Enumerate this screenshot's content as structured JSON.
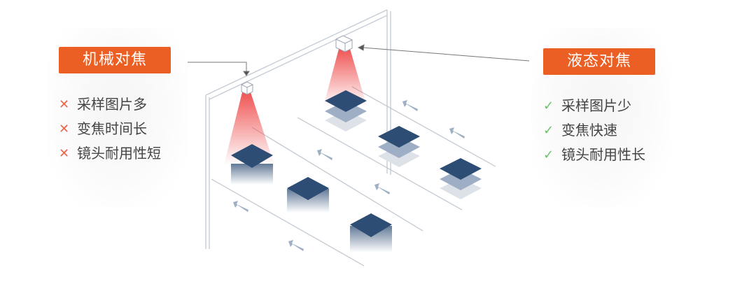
{
  "mechanical": {
    "title": "机械对焦",
    "items": [
      "采样图片多",
      "变焦时间长",
      "镜头耐用性短"
    ],
    "mark": "✕"
  },
  "liquid": {
    "title": "液态对焦",
    "items": [
      "采样图片少",
      "变焦快速",
      "镜头耐用性长"
    ],
    "mark": "✓"
  },
  "colors": {
    "accent": "#ec5f24",
    "cross": "#e8664a",
    "check": "#6cc26a",
    "box": "#2e4d74",
    "beam": "#ef4b4b",
    "arrow": "#9fb0c4"
  }
}
